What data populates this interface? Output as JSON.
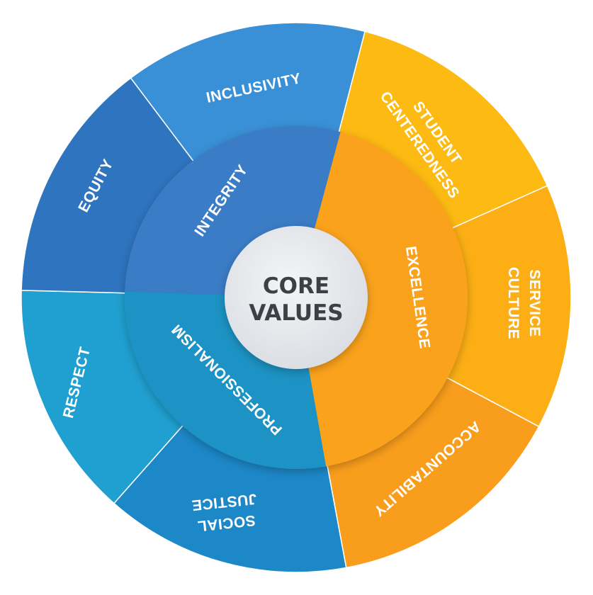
{
  "center": {
    "line1": "CORE",
    "line2": "VALUES"
  },
  "inner_ring": [
    {
      "label": "INTEGRITY",
      "color": "#3B7CC6"
    },
    {
      "label": "EXCELLENCE",
      "color": "#FAA21B"
    },
    {
      "label": "PROFESSIONALISM",
      "color": "#1A93C4"
    }
  ],
  "outer_ring": [
    {
      "lines": [
        "INCLUSIVITY"
      ],
      "color": "#3A90D6"
    },
    {
      "lines": [
        "STUDENT",
        "CENTEREDNESS"
      ],
      "color": "#FDBA12"
    },
    {
      "lines": [
        "SERVICE",
        "CULTURE"
      ],
      "color": "#FCAE14"
    },
    {
      "lines": [
        "ACCOUNTABILITY"
      ],
      "color": "#F99D1C"
    },
    {
      "lines": [
        "SOCIAL",
        "JUSTICE"
      ],
      "color": "#1D88C8"
    },
    {
      "lines": [
        "RESPECT"
      ],
      "color": "#20A0D0"
    },
    {
      "lines": [
        "EQUITY"
      ],
      "color": "#2F74BF"
    }
  ]
}
